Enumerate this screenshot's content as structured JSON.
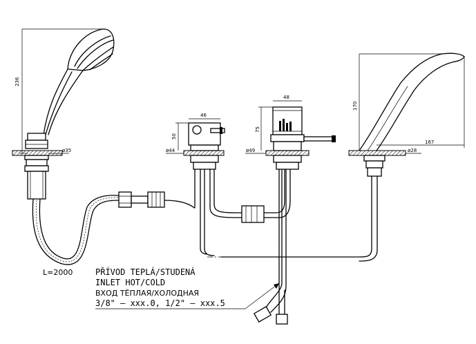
{
  "dimensions": {
    "hand_shower_height": "236",
    "hand_shower_dia": "ø35",
    "hose_length": "L=2000",
    "valve_left_width": "46",
    "valve_left_height": "50",
    "valve_left_dia": "ø44",
    "valve_right_width": "48",
    "valve_right_height": "75",
    "valve_right_dia": "ø49",
    "spout_height": "170",
    "spout_reach": "167",
    "spout_dia": "ø28"
  },
  "inlet_note": {
    "line1": "PŘÍVOD TEPLÁ/STUDENÁ",
    "line2": "INLET HOT/COLD",
    "line3": "ВХОД ТЁПЛАЯ/ХОЛОДНАЯ",
    "line4": "3/8\" – xxx.0, 1/2\" – xxx.5"
  }
}
